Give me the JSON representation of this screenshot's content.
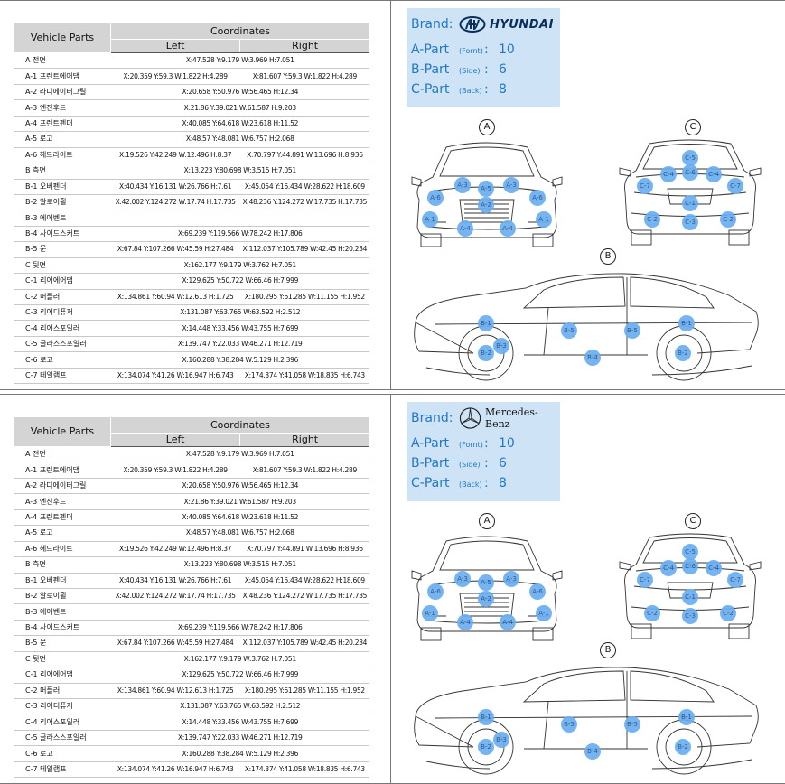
{
  "table": {
    "col_vehicle_parts": "Vehicle Parts",
    "col_coordinates": "Coordinates",
    "col_left": "Left",
    "col_right": "Right",
    "rows": [
      {
        "name": "A 전면",
        "center": "X:47.528 Y:9.179 W:3.969 H:7.051"
      },
      {
        "name": "A-1 프런트에어댐",
        "left": "X:20.359 Y:59.3 W:1.822 H:4.289",
        "right": "X:81.607 Y:59.3 W:1.822 H:4.289"
      },
      {
        "name": "A-2 라디에이터그릴",
        "center": "X:20.658 Y:50.976 W:56.465 H:12.34"
      },
      {
        "name": "A-3 엔진후드",
        "center": "X:21.86 Y:39.021 W:61.587 H:9.203"
      },
      {
        "name": "A-4 프런트펜더",
        "center": "X:40.085 Y:64.618 W:23.618 H:11.52"
      },
      {
        "name": "A-5 로고",
        "center": "X:48.57 Y:48.081 W:6.757 H:2.068"
      },
      {
        "name": "A-6 헤드라이트",
        "left": "X:19.526 Y:42.249 W:12.496 H:8.37",
        "right": "X:70.797 Y:44.891 W:13.696 H:8.936"
      },
      {
        "name": "B 측면",
        "center": "X:13.223 Y:80.698 W:3.515 H:7.051"
      },
      {
        "name": "B-1 오버펜더",
        "left": "X:40.434 Y:16.131 W:26.766 H:7.61",
        "right": "X:45.054 Y:16.434 W:28.622 H:18.609"
      },
      {
        "name": "B-2 알로이휠",
        "left": "X:42.002 Y:124.272 W:17.74 H:17.735",
        "right": "X:48.236 Y:124.272 W:17.735 H:17.735"
      },
      {
        "name": "B-3 에어벤트",
        "center": ""
      },
      {
        "name": "B-4 사이드스커트",
        "center": "X:69.239 Y:119.566 W:78.242 H:17.806"
      },
      {
        "name": "B-5 문",
        "left": "X:67.84 Y:107.266 W:45.59 H:27.484",
        "right": "X:112.037 Y:105.789 W:42.45 H:20.234"
      },
      {
        "name": "C 뒷면",
        "center": "X:162.177 Y:9.179 W:3.762 H:7.051"
      },
      {
        "name": "C-1 리어에어댐",
        "center": "X:129.625 Y:50.722 W:66.46 H:7.999"
      },
      {
        "name": "C-2 머플러",
        "left": "X:134.861 Y:60.94 W:12.613 H:1.725",
        "right": "X:180.295 Y:61.285 W:11.155 H:1.952"
      },
      {
        "name": "C-3 리어디퓨저",
        "center": "X:131.087 Y:63.765 W:63.592 H:2.512"
      },
      {
        "name": "C-4 리어스포일러",
        "center": "X:14.448 Y:33.456 W:43.755 H:7.699"
      },
      {
        "name": "C-5 글라스스포일러",
        "center": "X:139.747 Y:22.033 W:46.271 H:12.719"
      },
      {
        "name": "C-6 로고",
        "center": "X:160.288 Y:38.284 W:5.129 H:2.396"
      },
      {
        "name": "C-7 테일램프",
        "left": "X:134.074 Y:41.26 W:16.947 H:6.743",
        "right": "X:174.374 Y:41.058 W:18.835 H:6.743"
      }
    ]
  },
  "panels": [
    {
      "brand_label": "Brand:",
      "brand_name": "HYUNDAI",
      "logo_icon": "hyundai-logo-icon"
    },
    {
      "brand_label": "Brand:",
      "brand_name": "Mercedes-Benz",
      "logo_icon": "mercedes-star-icon"
    }
  ],
  "parts_summary": [
    {
      "name": "A-Part",
      "sub": "(Fornt)",
      "count": "10"
    },
    {
      "name": "B-Part",
      "sub": "(Side)",
      "count": "6"
    },
    {
      "name": "C-Part",
      "sub": "(Back)",
      "count": "8"
    }
  ],
  "callouts": {
    "a": "A",
    "b": "B",
    "c": "C"
  },
  "front_labels": [
    "A-3",
    "A-5",
    "A-3",
    "A-6",
    "A-2",
    "A-6",
    "A-1",
    "A-4",
    "A-4",
    "A-1"
  ],
  "rear_labels": [
    "C-5",
    "C-4",
    "C-6",
    "C-4",
    "C-7",
    "C-7",
    "C-1",
    "C-2",
    "C-3",
    "C-2"
  ],
  "side_labels": [
    "B-1",
    "B-5",
    "B-5",
    "B-1",
    "B-3",
    "B-2",
    "B-4",
    "B-2"
  ],
  "colors": {
    "accent": "#1f78c8",
    "brand_box": "#cfe3f6",
    "dot": "#6aaef0",
    "header_bg": "#d4d4d4"
  }
}
